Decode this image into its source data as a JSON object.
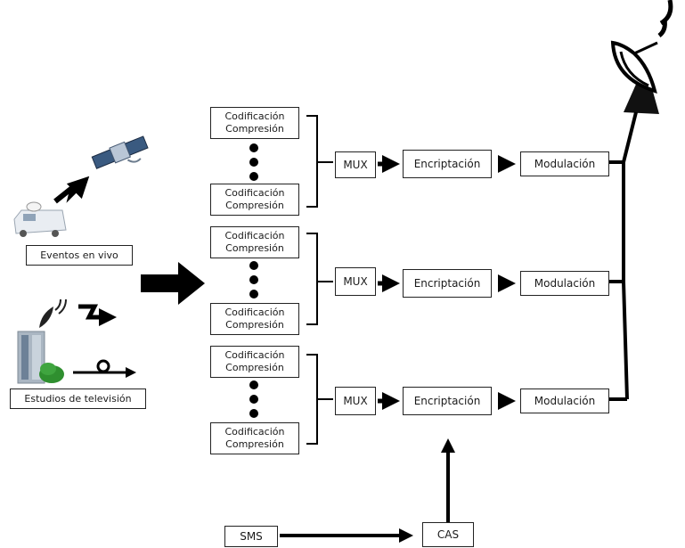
{
  "sources": {
    "live_events_label": "Eventos en vivo",
    "tv_studios_label": "Estudios de televisión"
  },
  "groups": [
    {
      "encoders": [
        {
          "line1": "Codificación",
          "line2": "Compresión"
        },
        {
          "line1": "Codificación",
          "line2": "Compresión"
        }
      ],
      "mux": "MUX",
      "encryption": "Encriptación",
      "modulation": "Modulación"
    },
    {
      "encoders": [
        {
          "line1": "Codificación",
          "line2": "Compresión"
        },
        {
          "line1": "Codificación",
          "line2": "Compresión"
        }
      ],
      "mux": "MUX",
      "encryption": "Encriptación",
      "modulation": "Modulación"
    },
    {
      "encoders": [
        {
          "line1": "Codificación",
          "line2": "Compresión"
        },
        {
          "line1": "Codificación",
          "line2": "Compresión"
        }
      ],
      "mux": "MUX",
      "encryption": "Encriptación",
      "modulation": "Modulación"
    }
  ],
  "sms": "SMS",
  "cas": "CAS",
  "icons": [
    "satellite-icon",
    "broadcast-van-icon",
    "dish-tower-icon",
    "building-icon",
    "cable-icon",
    "uplink-dish-icon"
  ]
}
